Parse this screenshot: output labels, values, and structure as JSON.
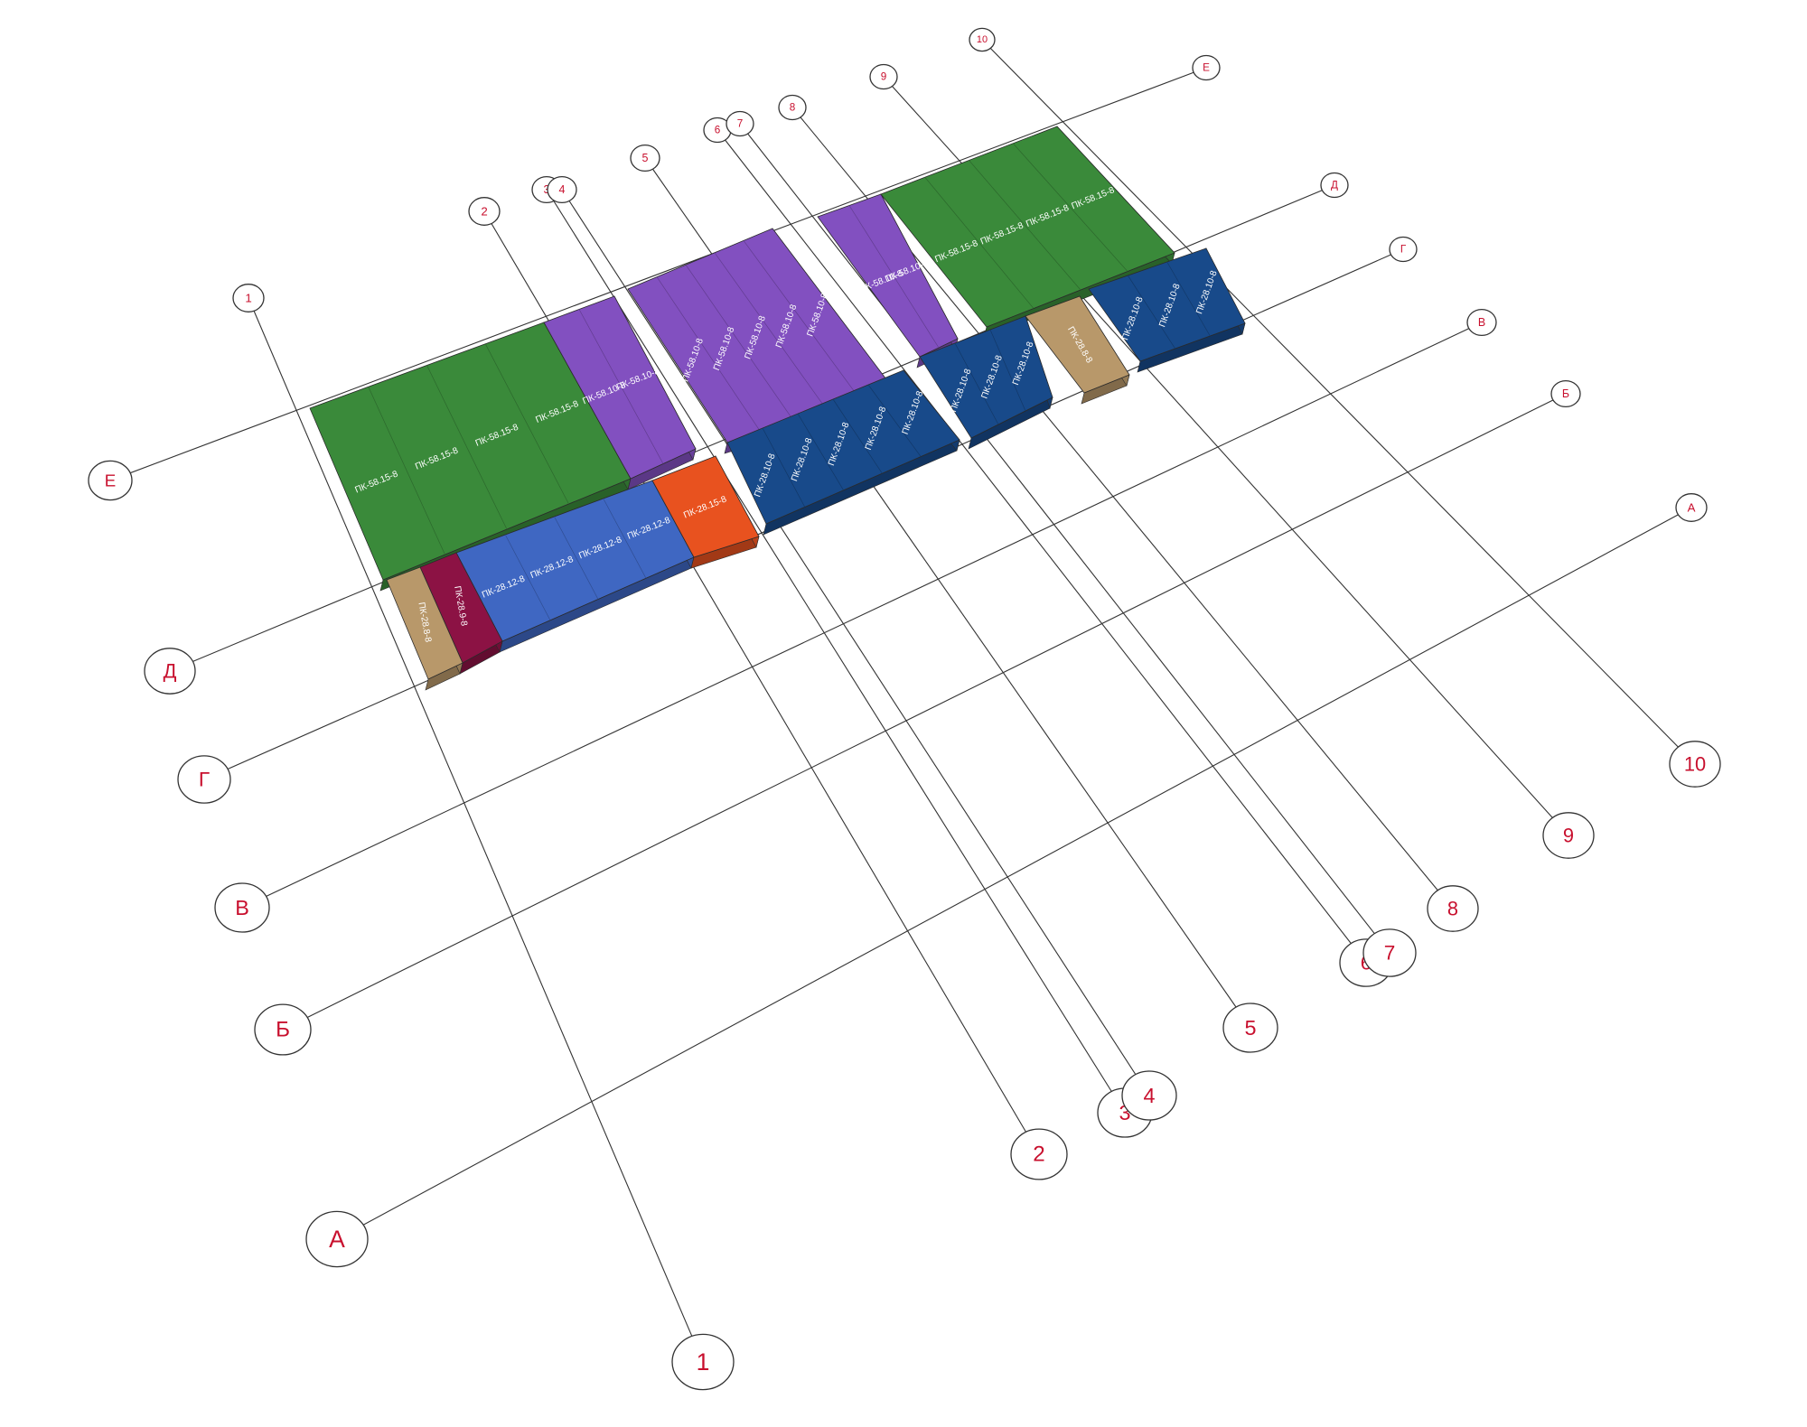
{
  "colors": {
    "green": "#3a8a3a",
    "purple": "#8250c0",
    "dark_blue": "#184a8a",
    "light_blue": "#3f67c2",
    "orange": "#e8521f",
    "tan": "#b8986a",
    "maroon": "#8c1244",
    "label_red": "#c8102e",
    "line": "#333333"
  },
  "axes": {
    "numeric": [
      "1",
      "2",
      "3",
      "4",
      "5",
      "6",
      "7",
      "8",
      "9",
      "10"
    ],
    "letter": [
      "А",
      "Б",
      "В",
      "Г",
      "Д",
      "Е"
    ]
  },
  "panels": {
    "a_green": [
      "ПК-58.15-8",
      "ПК-58.15-8",
      "ПК-58.15-8",
      "ПК-58.15-8"
    ],
    "a_purple": [
      "ПК-58.10-8",
      "ПК-58.10-8"
    ],
    "a_blue": [
      "ПК-28.12-8",
      "ПК-28.12-8",
      "ПК-28.12-8",
      "ПК-28.12-8"
    ],
    "a_orange": [
      "ПК-28.15-8"
    ],
    "a_maroon": [
      "ПК-28.9-8"
    ],
    "a_tan": [
      "ПК-28.8-8"
    ],
    "b_purple": [
      "ПК-58.10-8",
      "ПК-58.10-8",
      "ПК-58.10-8",
      "ПК-58.10-8",
      "ПК-58.10-8"
    ],
    "b_blue": [
      "ПК-28.10-8",
      "ПК-28.10-8",
      "ПК-28.10-8",
      "ПК-28.10-8",
      "ПК-28.10-8"
    ],
    "c_purple": [
      "ПК-58.10-8",
      "ПК-58.10-8"
    ],
    "c_green": [
      "ПК-58.15-8",
      "ПК-58.15-8",
      "ПК-58.15-8",
      "ПК-58.15-8"
    ],
    "c_blue_left": [
      "ПК-28.10-8",
      "ПК-28.10-8",
      "ПК-28.10-8"
    ],
    "c_tan": [
      "ПК-28.8-8"
    ],
    "c_blue_right": [
      "ПК-28.10-8",
      "ПК-28.10-8",
      "ПК-28.10-8"
    ]
  }
}
